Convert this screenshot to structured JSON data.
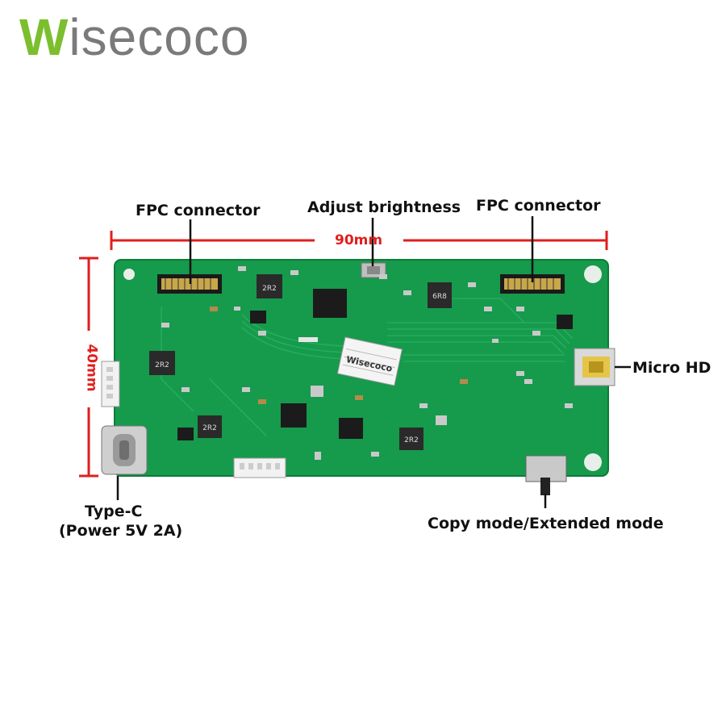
{
  "brand": {
    "logo_first": "W",
    "logo_rest": "isecoco"
  },
  "colors": {
    "pcb": "#169a4c",
    "pcb_dark": "#0e7a3a",
    "brand_green": "#7cbf2e",
    "dimension": "#e01e1e",
    "callout": "#111111"
  },
  "dimensions": {
    "width": "90mm",
    "height": "40mm"
  },
  "labels": {
    "fpc_left": "FPC connector",
    "brightness": "Adjust brightness",
    "fpc_right": "FPC connector",
    "micro_hd": "Micro HD",
    "type_c_line1": "Type-C",
    "type_c_line2": "(Power 5V 2A)",
    "mode_switch": "Copy mode/Extended mode"
  },
  "board": {
    "chip_label": "Wisecoco",
    "inductor_marks": [
      "2R2",
      "6R8",
      "2R2",
      "2R2",
      "2R2"
    ]
  }
}
